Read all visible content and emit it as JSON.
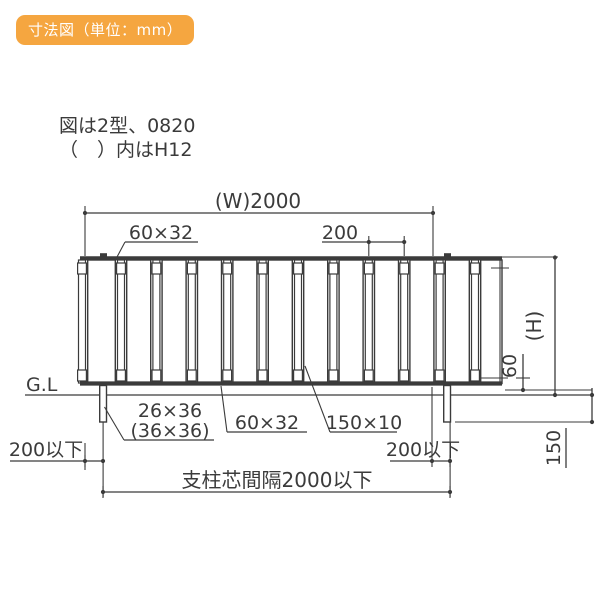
{
  "badge": {
    "label": "寸法図（単位：mm）",
    "bg": "#f5a640",
    "fg": "#ffffff"
  },
  "notes": {
    "line1": "図は2型、0820",
    "line2": "（　）内はH12"
  },
  "diagram": {
    "labels": {
      "width_dim": "(W)2000",
      "top_rail_section": "60×32",
      "slat_pitch": "200",
      "ground_line": "G.L",
      "post_section": "26×36",
      "post_section_h12": "(36×36)",
      "bottom_rail_section": "60×32",
      "slat_section": "150×10",
      "offset_left": "200以下",
      "offset_right": "200以下",
      "post_spacing": "支柱芯間隔2000以下",
      "height_dim": "(H)",
      "bottom_rail_height": "60",
      "embed_depth": "150"
    },
    "line_color": "#3b3b3b"
  }
}
